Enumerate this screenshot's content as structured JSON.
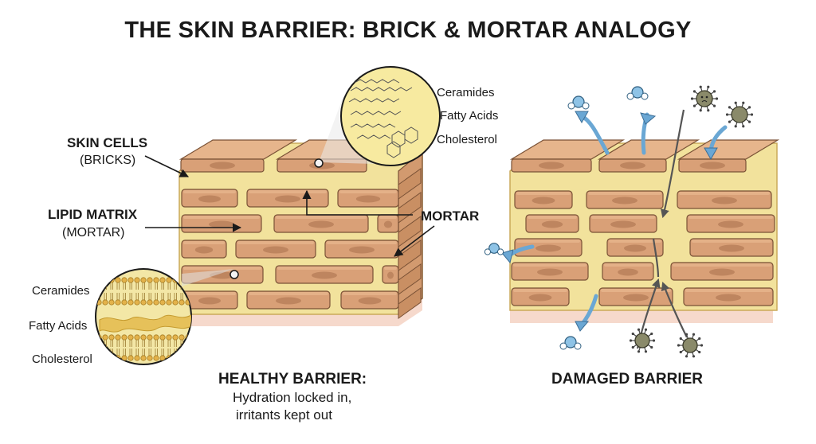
{
  "title": "THE SKIN BARRIER: BRICK & MORTAR ANALOGY",
  "labels": {
    "skin_cells": "SKIN CELLS",
    "skin_cells_sub": "(BRICKS)",
    "lipid_matrix": "LIPID MATRIX",
    "lipid_matrix_sub": "(MORTAR)",
    "mortar": "MORTAR"
  },
  "zoom_top": {
    "items": [
      "Ceramides",
      "Fatty Acids",
      "Cholesterol"
    ]
  },
  "zoom_bottom": {
    "items": [
      "Ceramides",
      "Fatty Acids",
      "Cholesterol"
    ]
  },
  "healthy": {
    "heading": "HEALTHY BARRIER:",
    "line1": "Hydration locked in,",
    "line2": "irritants kept out"
  },
  "damaged": {
    "heading": "DAMAGED BARRIER"
  },
  "colors": {
    "brick": "#d9a077",
    "brick_top": "#e6b58c",
    "brick_dark": "#b8805a",
    "mortar": "#f2e29c",
    "base": "#f6d9cc",
    "water": "#8ec3e6",
    "arrow_blue": "#6aa7d4",
    "irritant": "#8a8a6a",
    "lens": "#f7eaa0"
  }
}
